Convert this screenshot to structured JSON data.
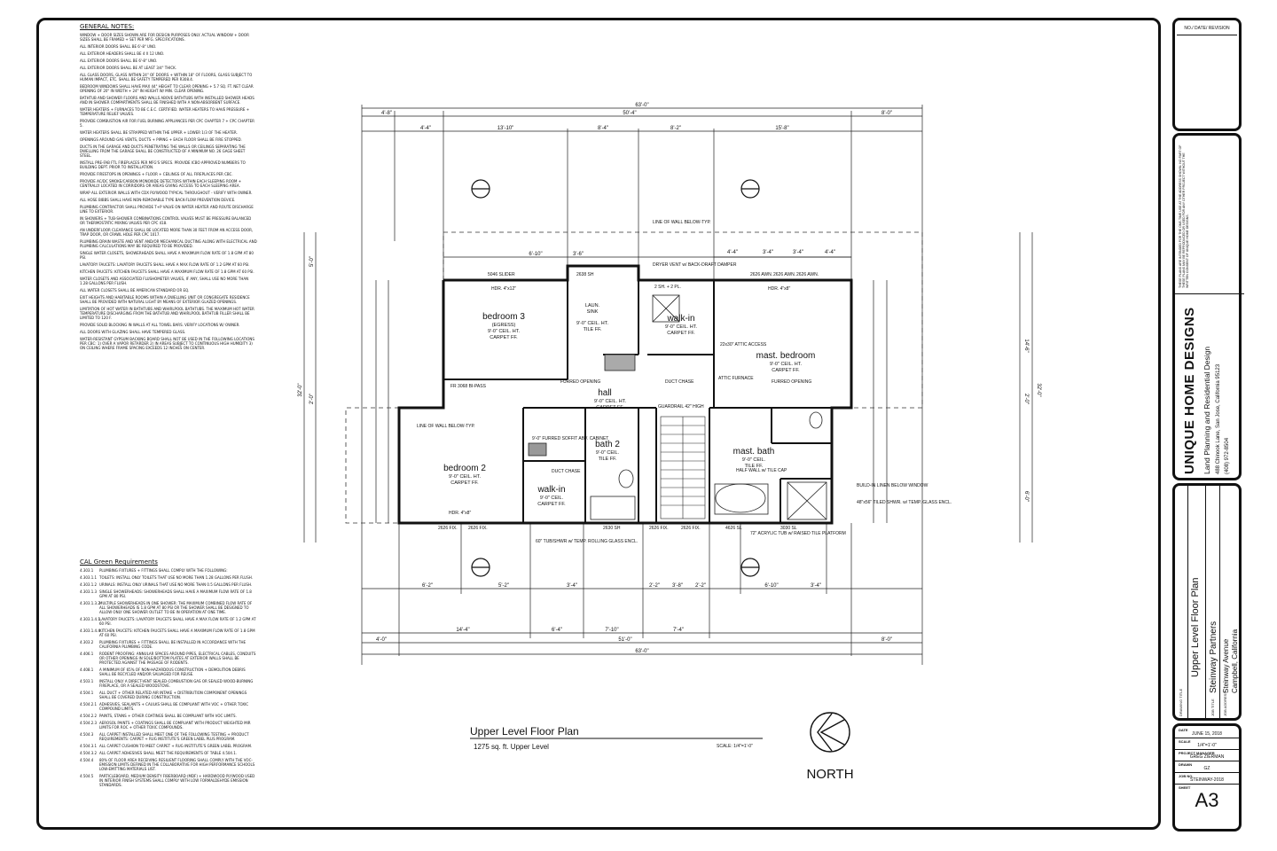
{
  "general_notes": {
    "title": "GENERAL NOTES:",
    "items": [
      "WINDOW + DOOR SIZES SHOWN ARE FOR DESIGN PURPOSES ONLY. ACTUAL WINDOW + DOOR SIZES SHALL BE FRAMED + SET PER MFG. SPECIFICATIONS.",
      "ALL INTERIOR DOORS SHALL BE 6'-8\" UNO.",
      "ALL EXTERIOR HEADERS SHALL BE 4 X 12 UNO.",
      "ALL EXTERIOR DOORS SHALL BE 6'-8\" UNO.",
      "ALL EXTERIOR DOORS SHALL BE AT LEAST 3/4\" THICK.",
      "ALL GLASS DOORS, GLASS WITHIN 24\" OF DOORS + WITHIN 18\" OF FLOORS, GLASS SUBJECT TO HUMAN IMPACT, ETC. SHALL BE SAFETY TEMPERED PER R308.4.",
      "BEDROOM WINDOWS SHALL HAVE MAX 44\" HEIGHT TO CLEAR OPENING + 5.7 SQ. FT. NET CLEAR OPENING OF 20\" IN WIDTH + 24\" IN HEIGHT W/ MIN. CLEAR OPENING.",
      "BATHTUB AND SHOWER FLOORS AND WALLS ABOVE BATHTUBS WITH INSTALLED SHOWER HEADS AND IN SHOWER COMPARTMENTS SHALL BE FINISHED WITH A NON-ABSORBENT SURFACE.",
      "WATER HEATERS + FURNACES TO BE C.E.C. CERTIFIED. WATER HEATERS TO HAVE PRESSURE + TEMPERATURE RELIEF VALVES.",
      "PROVIDE COMBUSTION AIR FOR FUEL BURNING APPLIANCES PER CPC CHAPTER 7 + CPC CHAPTER 5.",
      "WATER HEATERS SHALL BE STRAPPED WITHIN THE UPPER + LOWER 1/3 OF THE HEATER.",
      "OPENINGS AROUND GAS VENTS, DUCTS + PIPING + EACH FLOOR SHALL BE FIRE STOPPED.",
      "DUCTS IN THE GARAGE AND DUCTS PENETRATING THE WALLS OR CEILINGS SEPARATING THE DWELLING FROM THE GARAGE SHALL BE CONSTRUCTED OF A MINIMUM NO. 26 GAGE SHEET STEEL.",
      "INSTALL PRE-FAB FTL FIREPLACES PER MFG'S SPECS. PROVIDE ICBO APPROVED NUMBERS TO BUILDING DEPT. PRIOR TO INSTALLATION.",
      "PROVIDE FIRESTOPS IN OPENINGS + FLOOR + CEILINGS OF ALL FIREPLACES PER CBC.",
      "PROVIDE AC/DC SMOKE/CARBON MONOXIDE DETECTORS WITHIN EACH SLEEPING ROOM + CENTRALLY LOCATED IN CORRIDORS OR AREAS GIVING ACCESS TO EACH SLEEPING AREA.",
      "WRAP ALL EXTERIOR WALLS WITH CDX PLYWOOD TYPICAL THROUGHOUT - VERIFY WITH OWNER.",
      "ALL HOSE BIBBS SHALL HAVE NON-REMOVABLE TYPE BACK-FLOW PREVENTION DEVICE.",
      "PLUMBING CONTRACTOR SHALL PROVIDE T+P VALVE ON WATER HEATER AND ROUTE DISCHARGE LINE TO EXTERIOR.",
      "IN SHOWERS + TUB-SHOWER COMBINATIONS CONTROL VALVES MUST BE PRESSURE BALANCED OR THERMOSTATIC MIXING VALVES PER CPC 418.",
      "AN UNDERFLOOR CLEARANCE SHALL BE LOCATED MORE THAN 30 FEET FROM AN ACCESS DOOR, TRAP DOOR, OR CRAWL HOLE PER CPC 1017.",
      "PLUMBING DRAIN WASTE AND VENT AND/OR MECHANICAL DUCTING ALONG WITH ELECTRICAL AND PLUMBING CALCULATIONS MAY BE REQUIRED TO BE PROVIDED.",
      "SINGLE WATER CLOSETS, SHOWERHEADS SHALL HAVE A MAXIMUM FLOW RATE OF 1.8 GPM AT 80 PSI.",
      "LAVATORY FAUCETS: LAVATORY FAUCETS SHALL HAVE A MAX FLOW RATE OF 1.2 GPM AT 60 PSI.",
      "KITCHEN FAUCETS: KITCHEN FAUCETS SHALL HAVE A MAXIMUM FLOW RATE OF 1.8 GPM AT 60 PSI.",
      "WATER CLOSETS AND ASSOCIATED FLUSHOMETER VALVES, IF ANY, SHALL USE NO MORE THAN 1.28 GALLONS PER FLUSH.",
      "ALL WATER CLOSETS SHALL BE AMERICAN STANDARD OR EQ.",
      "EXIT HEIGHTS AND HABITABLE ROOMS WITHIN A DWELLING UNIT OR CONGREGATE RESIDENCE SHALL BE PROVIDED WITH NATURAL LIGHT BY MEANS OF EXTERIOR GLAZED OPENINGS.",
      "LIMITATION OF HOT WATER IN BATHTUBS AND WHIRLPOOL BATHTUBS. THE MAXIMUM HOT WATER TEMPERATURE DISCHARGING FROM THE BATHTUB AND WHIRLPOOL BATHTUB FILLER SHALL BE LIMITED TO 120 F.",
      "PROVIDE SOLID BLOCKING IN WALLS AT ALL TOWEL BARS. VERIFY LOCATIONS W/ OWNER.",
      "ALL DOORS WITH GLAZING SHALL HAVE TEMPERED GLASS.",
      "WATER-RESISTANT GYPSUM BACKING BOARD SHALL NOT BE USED IN THE FOLLOWING LOCATIONS PER CBC: 1) OVER A VAPOR RETARDER 2) IN AREAS SUBJECT TO CONTINUOUS HIGH HUMIDITY 3) ON CEILING WHERE FRAME SPACING EXCEEDS 12 INCHES ON CENTER."
    ]
  },
  "cal_green": {
    "title": "CAL Green Requirements",
    "items": [
      {
        "code": "4.303.1",
        "text": "PLUMBING FIXTURES + FITTINGS SHALL COMPLY WITH THE FOLLOWING:"
      },
      {
        "code": "4.303.1.1",
        "text": "TOILETS: INSTALL ONLY TOILETS THAT USE NO MORE THAN 1.28 GALLONS PER FLUSH."
      },
      {
        "code": "4.303.1.2",
        "text": "URINALS: INSTALL ONLY URINALS THAT USE NO MORE THAN 0.5 GALLONS PER FLUSH."
      },
      {
        "code": "4.303.1.3",
        "text": "SINGLE SHOWERHEADS: SHOWERHEADS SHALL HAVE A MAXIMUM FLOW RATE OF 1.8 GPM AT 80 PSI."
      },
      {
        "code": "4.303.1.3.2",
        "text": "MULTIPLE SHOWERHEADS IN ONE SHOWER: THE MAXIMUM COMBINED FLOW RATE OF ALL SHOWERHEADS IS 1.8 GPM AT 80 PSI OR THE SHOWER SHALL BE DESIGNED TO ALLOW ONLY ONE SHOWER OUTLET TO BE IN OPERATION AT ONE TIME."
      },
      {
        "code": "4.303.1.4.1",
        "text": "LAVATORY FAUCETS: LAVATORY FAUCETS SHALL HAVE A MAX FLOW RATE OF 1.2 GPM AT 60 PSI."
      },
      {
        "code": "4.303.1.4.4",
        "text": "KITCHEN FAUCETS: KITCHEN FAUCETS SHALL HAVE A MAXIMUM FLOW RATE OF 1.8 GPM AT 60 PSI."
      },
      {
        "code": "4.303.2",
        "text": "PLUMBING FIXTURES + FITTINGS SHALL BE INSTALLED IN ACCORDANCE WITH THE CALIFORNIA PLUMBING CODE."
      },
      {
        "code": "4.406.1",
        "text": "RODENT PROOFING: ANNULAR SPACES AROUND PIPES, ELECTRICAL CABLES, CONDUITS OR OTHER OPENINGS IN SOLE/BOTTOM PLATES AT EXTERIOR WALLS SHALL BE PROTECTED AGAINST THE PASSAGE OF RODENTS."
      },
      {
        "code": "4.408.1",
        "text": "A MINIMUM OF 65% OF NON-HAZARDOUS CONSTRUCTION + DEMOLITION DEBRIS SHALL BE RECYCLED AND/OR SALVAGED FOR REUSE."
      },
      {
        "code": "4.503.1",
        "text": "INSTALL ONLY A DIRECT-VENT SEALED-COMBUSTION GAS OR SEALED WOOD-BURNING FIREPLACE, OR A SEALED WOODSTOVE."
      },
      {
        "code": "4.504.1",
        "text": "ALL DUCT + OTHER RELATED AIR INTAKE + DISTRIBUTION COMPONENT OPENINGS SHALL BE COVERED DURING CONSTRUCTION."
      },
      {
        "code": "4.504.2.1",
        "text": "ADHESIVES, SEALANTS + CAULKS SHALL BE COMPLIANT WITH VOC + OTHER TOXIC COMPOUND LIMITS."
      },
      {
        "code": "4.504.2.2",
        "text": "PAINTS, STAINS + OTHER COATINGS SHALL BE COMPLIANT WITH VOC LIMITS."
      },
      {
        "code": "4.504.2.3",
        "text": "AEROSOL PAINTS + COATINGS SHALL BE COMPLIANT WITH PRODUCT WEIGHTED MIR LIMITS FOR ROC + OTHER TOXIC COMPOUNDS."
      },
      {
        "code": "4.504.3",
        "text": "ALL CARPET INSTALLED SHALL MEET ONE OF THE FOLLOWING TESTING + PRODUCT REQUIREMENTS: CARPET + RUG INSTITUTE'S GREEN LABEL PLUS PROGRAM."
      },
      {
        "code": "4.504.3.1",
        "text": "ALL CARPET CUSHION TO MEET CARPET + RUG INSTITUTE'S GREEN LABEL PROGRAM."
      },
      {
        "code": "4.504.3.2",
        "text": "ALL CARPET ADHESIVES SHALL MEET THE REQUIREMENTS OF TABLE 4.504.1."
      },
      {
        "code": "4.504.4",
        "text": "80% OF FLOOR AREA RECEIVING RESILIENT FLOORING SHALL COMPLY WITH THE VOC-EMISSION LIMITS DEFINED IN THE COLLABORATIVE FOR HIGH PERFORMANCE SCHOOLS LOW-EMITTING MATERIALS LIST."
      },
      {
        "code": "4.504.5",
        "text": "PARTICLEBOARD, MEDIUM DENSITY FIBERBOARD (MDF) + HARDWOOD PLYWOOD USED IN INTERIOR FINISH SYSTEMS SHALL COMPLY WITH LOW FORMALDEHYDE EMISSION STANDARDS."
      }
    ]
  },
  "plan": {
    "title": "Upper Level Floor Plan",
    "subtitle": "1275 sq. ft. Upper Level",
    "scale": "SCALE: 1/4\"=1'-0\"",
    "north_label": "NORTH",
    "dims_top_overall": "63'-0\"",
    "dims_top_mid": "50'-4\"",
    "dims_top_left": "4'-8\"",
    "dims_top_right": "8'-0\"",
    "dims_top": [
      "4'-4\"",
      "13'-10\"",
      "8'-4\"",
      "8'-2\"",
      "15'-8\""
    ],
    "dims_sub": [
      "6'-10\"",
      "3'-6\""
    ],
    "dims_bottom_overall": "63'-0\"",
    "dims_bottom_mid": "51'-0\"",
    "dims_bottom_left": "4'-0\"",
    "dims_bottom_right": "8'-0\"",
    "dims_bottom": [
      "14'-4\"",
      "6'-4\"",
      "7'-10\"",
      "7'-4\""
    ],
    "dims_bottom_row": [
      "6'-2\"",
      "5'-2\"",
      "3'-4\"",
      "2'-2\"",
      "3'-8\"",
      "2'-2\"",
      "6'-10\"",
      "3'-4\""
    ],
    "dims_right_row": [
      "4'-4\"",
      "3'-4\"",
      "3'-4\"",
      "4'-4\""
    ],
    "dims_left_overall": "32'-0\"",
    "dims_left_top": "5'-0\"",
    "dims_left_mid": "2'-0\"",
    "dims_right_overall": "32'-0\"",
    "dims_right_top": "14'-6\"",
    "dims_right_mid": "2'-0\"",
    "dims_right_bot": "6'-0\"",
    "rooms": [
      {
        "name": "bedroom 3",
        "sub1": "(EGRESS)",
        "sub2": "9'-0\" CEIL. HT.",
        "sub3": "CARPET FF."
      },
      {
        "name": "LAUN.",
        "sub1": "SINK",
        "sub2": "9'-0\" CEIL. HT.",
        "sub3": "TILE FF."
      },
      {
        "name": "walk-in",
        "sub1": "9'-0\" CEIL. HT.",
        "sub2": "CARPET FF."
      },
      {
        "name": "mast. bedroom",
        "sub1": "9'-0\" CEIL. HT.",
        "sub2": "CARPET FF."
      },
      {
        "name": "hall",
        "sub1": "9'-0\" CEIL. HT.",
        "sub2": "CARPET FF."
      },
      {
        "name": "bedroom 2",
        "sub1": "9'-0\" CEIL. HT.",
        "sub2": "CARPET FF."
      },
      {
        "name": "bath 2",
        "sub1": "9'-0\" CEIL.",
        "sub2": "TILE FF."
      },
      {
        "name": "walk-in",
        "sub1": "9'-0\" CEIL.",
        "sub2": "CARPET FF."
      },
      {
        "name": "mast. bath",
        "sub1": "9'-0\" CEIL.",
        "sub2": "TILE FF."
      }
    ],
    "notes": [
      "LINE OF WALL BELOW-TYP.",
      "DRYER VENT w/ BACK-DRAFT DAMPER",
      "2 SH. + 2 PL.",
      "22x30\" ATTIC ACCESS",
      "FURRED OPENING",
      "DUCT CHASE",
      "GUARDRAIL 42\" HIGH",
      "ATTIC FURNACE",
      "FURRED OPENING",
      "LINE OF WALL BELOW-TYP.",
      "9'-0\" FURRED SOFFIT ABV. CABINET",
      "DUCT CHASE",
      "HALF WALL w/ TILE CAP",
      "BUILD-IN LINEN BELOW WINDOW",
      "48\"x56\" TILED SHWR. w/ TEMP. GLASS ENCL.",
      "72\" ACRYLIC TUB w/ RAISED TILE PLATFORM",
      "60\" TUB/SHWR w/ TEMP. ROLLING GLASS ENCL.",
      "FR 3068 BI-PASS"
    ],
    "windows": [
      "5046 SLIDER",
      "2638 SH",
      "2626 AWN.",
      "2626 AWN.",
      "2626 AWN.",
      "HDR. 4\"x12\"",
      "HDR. 4\"x8\"",
      "2626 FIX.",
      "2626 FIX.",
      "2630 SH",
      "2626 FIX.",
      "2626 FIX.",
      "4626 SL",
      "3030 SL",
      "HDR. 4\"x8\""
    ]
  },
  "title_block": {
    "revision_header": "NO./ DATE/ REVISION",
    "company": "UNIQUE HOME DESIGNS",
    "company_sub": "Land Planning   and   Residential Design",
    "company_addr": "488 Chinook Lane,   San Jose,   California   95123",
    "company_phone": "(408) 972-8504",
    "copyright": "THESE PLANS ARE INTENDED FOR THE ONE-TIME USE AT THE ADDRESS SHOWN. NO PART OF THESE PLANS MAY BE REPRODUCED OR USED FOR ANY OTHER PROJECT WITHOUT THE WRITTEN CONSENT OF UNIQUE HOME DESIGNS.",
    "drawing_title_label": "DRAWING TITLE",
    "drawing_title": "Upper Level Floor Plan",
    "job_title_label": "JOB TITLE",
    "job_title": "Steinway Partners",
    "job_address_label": "JOB ADDRESS",
    "job_address1": "Steinway Avenue",
    "job_address2": "Campbell, California",
    "date_label": "DATE",
    "date": "JUNE 15, 2018",
    "scale_label": "SCALE",
    "scale": "1/4\"=1'-0\"",
    "pm_label": "PROJECT MANAGER",
    "pm": "GREG ZIERMAN",
    "drawn_label": "DRAWN",
    "drawn": "GZ",
    "job_no_label": "JOB NO.",
    "job_no": "STEINWAY-2018",
    "sheet_label": "SHEET",
    "sheet": "A3"
  }
}
